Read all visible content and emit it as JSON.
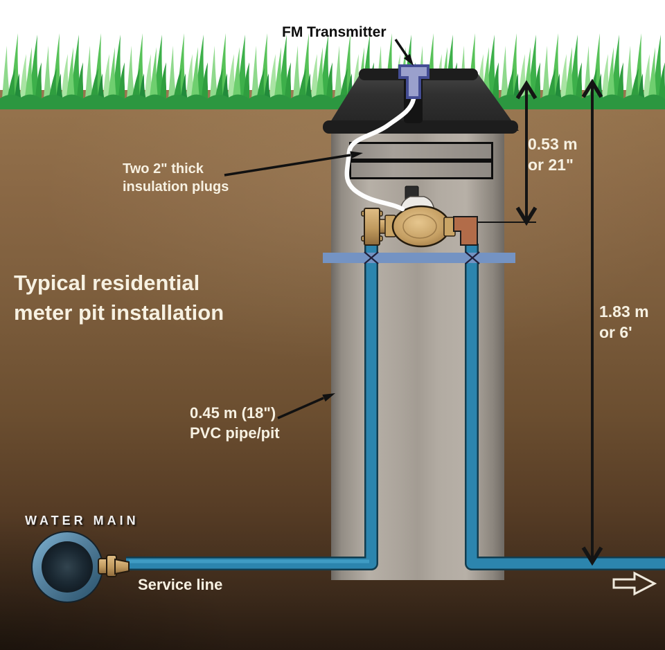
{
  "diagram": {
    "title_line1": "Typical residential",
    "title_line2": "meter pit installation",
    "fm_transmitter_label": "FM Transmitter",
    "insulation_label_line1": "Two 2\" thick",
    "insulation_label_line2": "insulation plugs",
    "depth_to_meter_line1": "0.53 m",
    "depth_to_meter_line2": "or 21\"",
    "pit_depth_line1": "1.83 m",
    "pit_depth_line2": "or 6'",
    "pipe_spec_line1": "0.45 m (18\")",
    "pipe_spec_line2": "PVC pipe/pit",
    "water_main_label": "WATER MAIN",
    "service_line_label": "Service line",
    "colors": {
      "grass_green": "#3fae47",
      "soil_top": "#97754e",
      "soil_bottom": "#261a11",
      "pit_gray": "#aba49b",
      "lid_black": "#1d1d1d",
      "pipe_blue": "#2c85ae",
      "support_bar_blue": "#7493c3",
      "meter_brass": "#c9a169",
      "elbow_copper": "#b26c49",
      "transmitter_blue": "#9aa0cc",
      "insulation_gray": "#9a948d",
      "label_white": "#f7f1e2",
      "label_black": "#0d0d0d"
    }
  }
}
